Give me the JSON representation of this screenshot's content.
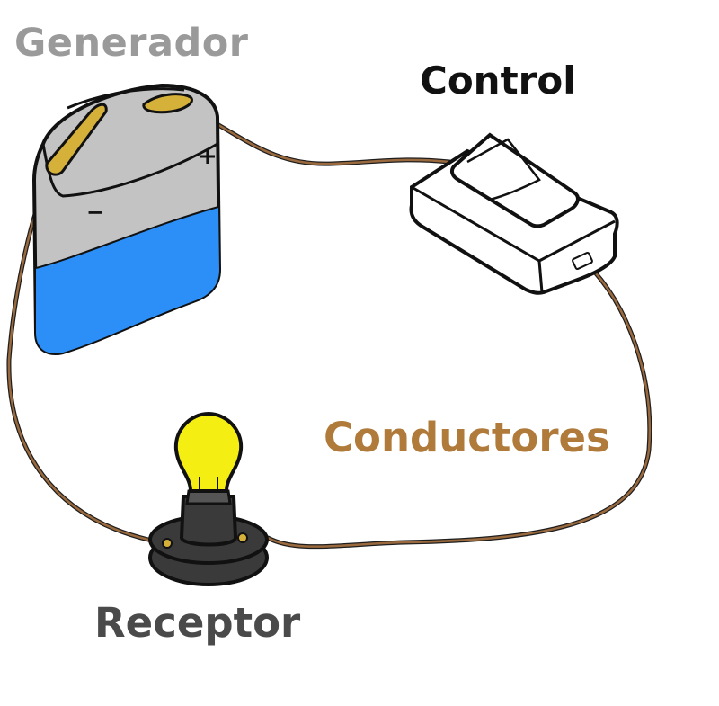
{
  "labels": {
    "generator": "Generador",
    "control": "Control",
    "conductors": "Conductores",
    "receiver": "Receptor"
  },
  "battery": {
    "plus_sign": "+",
    "minus_sign": "−"
  },
  "colors": {
    "generator_label": "#9a9a9a",
    "control_label": "#111111",
    "conductors_label": "#b07a3a",
    "receiver_label": "#4a4a4a",
    "wire": "#9a6a3e",
    "battery_body": "#c3c3c3",
    "battery_charge": "#2b8ff7",
    "bulb_glass": "#f5ee12",
    "bulb_socket": "#3a3a3a",
    "terminal": "#d6b13a"
  }
}
